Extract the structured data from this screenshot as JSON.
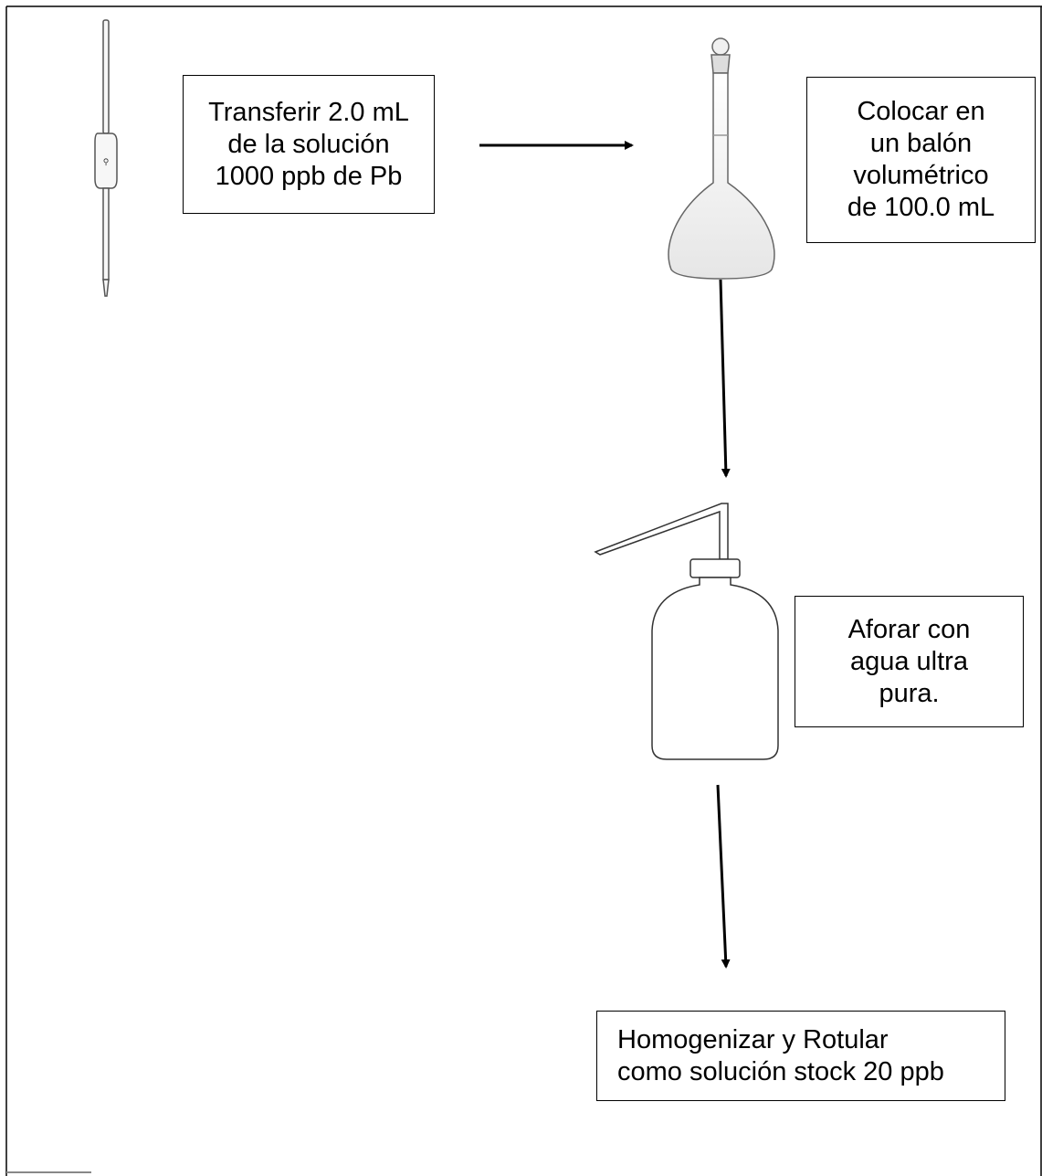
{
  "steps": {
    "transfer": "Transferir 2.0 mL\nde la solución\n1000 ppb de Pb",
    "colocar": "Colocar en\nun balón\nvolumétrico\nde 100.0 mL",
    "aforar": "Aforar con\nagua ultra\npura.",
    "homogenizar": "Homogenizar y Rotular\ncomo solución stock 20 ppb"
  },
  "colors": {
    "line": "#000000",
    "background": "#ffffff",
    "glass_fill": "#f2f2f2"
  },
  "icons": [
    "volumetric-pipette-icon",
    "volumetric-flask-icon",
    "wash-bottle-icon"
  ]
}
